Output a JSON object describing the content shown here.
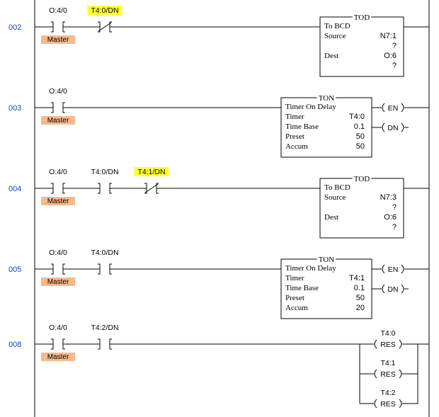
{
  "rungs": [
    {
      "number": "002",
      "contacts": [
        {
          "tag": "O:4/0",
          "nc": false,
          "highlight": false,
          "comment": "Master"
        },
        {
          "tag": "T4:0/DN",
          "nc": true,
          "highlight": true,
          "comment": ""
        }
      ],
      "block": {
        "type": "TOD",
        "subtitle": "To BCD",
        "rows": [
          {
            "label": "Source",
            "value": "N7:1"
          },
          {
            "label": "",
            "value": "?"
          },
          {
            "label": "Dest",
            "value": "O:6"
          },
          {
            "label": "",
            "value": "?"
          }
        ]
      }
    },
    {
      "number": "003",
      "contacts": [
        {
          "tag": "O:4/0",
          "nc": false,
          "highlight": false,
          "comment": "Master"
        }
      ],
      "block": {
        "type": "TON",
        "subtitle": "Timer On Delay",
        "rows": [
          {
            "label": "Timer",
            "value": "T4:0"
          },
          {
            "label": "Time Base",
            "value": "0.1"
          },
          {
            "label": "Preset",
            "value": "50"
          },
          {
            "label": "Accum",
            "value": "50"
          }
        ],
        "outputs": [
          "EN",
          "DN"
        ]
      }
    },
    {
      "number": "004",
      "contacts": [
        {
          "tag": "O:4/0",
          "nc": false,
          "highlight": false,
          "comment": "Master"
        },
        {
          "tag": "T4:0/DN",
          "nc": false,
          "highlight": false,
          "comment": ""
        },
        {
          "tag": "T4:1/DN",
          "nc": true,
          "highlight": true,
          "comment": ""
        }
      ],
      "block": {
        "type": "TOD",
        "subtitle": "To BCD",
        "rows": [
          {
            "label": "Source",
            "value": "N7:3"
          },
          {
            "label": "",
            "value": "?"
          },
          {
            "label": "Dest",
            "value": "O:6"
          },
          {
            "label": "",
            "value": "?"
          }
        ]
      }
    },
    {
      "number": "005",
      "contacts": [
        {
          "tag": "O:4/0",
          "nc": false,
          "highlight": false,
          "comment": "Master"
        },
        {
          "tag": "T4:0/DN",
          "nc": false,
          "highlight": false,
          "comment": ""
        }
      ],
      "block": {
        "type": "TON",
        "subtitle": "Timer On Delay",
        "rows": [
          {
            "label": "Timer",
            "value": "T4:1"
          },
          {
            "label": "Time Base",
            "value": "0.1"
          },
          {
            "label": "Preset",
            "value": "50"
          },
          {
            "label": "Accum",
            "value": "20"
          }
        ],
        "outputs": [
          "EN",
          "DN"
        ]
      }
    },
    {
      "number": "008",
      "contacts": [
        {
          "tag": "O:4/0",
          "nc": false,
          "highlight": false,
          "comment": "Master"
        },
        {
          "tag": "T4:2/DN",
          "nc": false,
          "highlight": false,
          "comment": ""
        }
      ],
      "coils": [
        {
          "tag": "T4:0",
          "instr": "RES"
        },
        {
          "tag": "T4:1",
          "instr": "RES"
        },
        {
          "tag": "T4:2",
          "instr": "RES"
        }
      ]
    }
  ]
}
